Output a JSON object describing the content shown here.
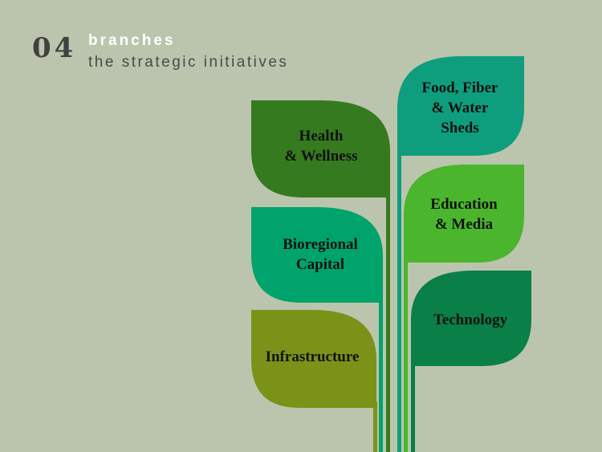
{
  "header": {
    "number": "04",
    "title": "branches",
    "subtitle": "the strategic initiatives"
  },
  "leaves": [
    {
      "id": "health-wellness",
      "lines": [
        "Health",
        "& Wellness"
      ],
      "color": "#367a1f"
    },
    {
      "id": "bioregional-capital",
      "lines": [
        "Bioregional",
        "Capital"
      ],
      "color": "#00a36c"
    },
    {
      "id": "infrastructure",
      "lines": [
        "Infrastructure"
      ],
      "color": "#7b9219"
    },
    {
      "id": "food-fiber-water-sheds",
      "lines": [
        "Food, Fiber",
        "& Water",
        "Sheds"
      ],
      "color": "#0e9e7e"
    },
    {
      "id": "education-media",
      "lines": [
        "Education",
        "& Media"
      ],
      "color": "#4ab52d"
    },
    {
      "id": "technology",
      "lines": [
        "Technology"
      ],
      "color": "#0a7f47"
    }
  ]
}
